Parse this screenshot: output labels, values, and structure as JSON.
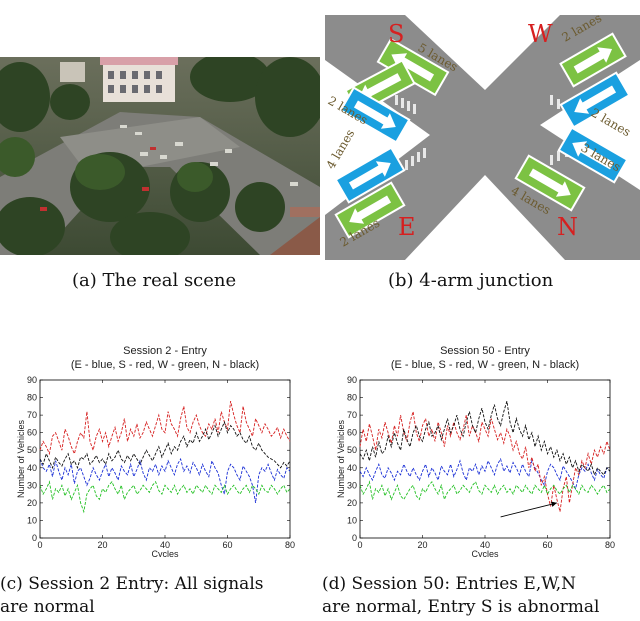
{
  "captions": {
    "a": "(a) The real scene",
    "b": "(b) 4-arm junction",
    "c_line1": "(c) Session 2 Entry: All signals",
    "c_line2": "are normal",
    "d_line1": "(d) Session 50: Entries E,W,N",
    "d_line2": "are normal, Entry S is abnormal"
  },
  "junction": {
    "directions": [
      "S",
      "W",
      "E",
      "N"
    ],
    "lane_labels": {
      "s_top": "5 lanes",
      "w_top": "2 lanes",
      "e_upper": "2 lanes",
      "e_left": "4 lanes",
      "w_right": "2 lanes",
      "n_right": "3 lanes",
      "n_lower": "4 lanes",
      "e_lower": "2 lanes"
    },
    "colors": {
      "green": "#7cc243",
      "blue": "#1aa0e0",
      "road": "#8a8a8a",
      "label": "#d62020"
    }
  },
  "chart_data": [
    {
      "type": "line",
      "title": "Session 2 - Entry",
      "subtitle": "(E - blue, S - red, W - green, N - black)",
      "xlabel": "Cycles",
      "ylabel": "Number of Vehicles",
      "xlim": [
        0,
        80
      ],
      "ylim": [
        0,
        90
      ],
      "xticks": [
        0,
        20,
        40,
        60,
        80
      ],
      "yticks": [
        0,
        10,
        20,
        30,
        40,
        50,
        60,
        70,
        80,
        90
      ],
      "series": [
        {
          "name": "E",
          "color": "#1a2fd6",
          "values": [
            45,
            40,
            38,
            42,
            35,
            44,
            38,
            33,
            40,
            36,
            42,
            31,
            38,
            40,
            35,
            30,
            34,
            40,
            36,
            33,
            38,
            42,
            35,
            40,
            37,
            33,
            41,
            38,
            36,
            42,
            35,
            39,
            44,
            37,
            33,
            40,
            38,
            42,
            36,
            41,
            38,
            44,
            40,
            36,
            42,
            45,
            38,
            41,
            37,
            43,
            40,
            36,
            42,
            38,
            35,
            44,
            40,
            37,
            30,
            25,
            38,
            42,
            40,
            36,
            33,
            41,
            38,
            35,
            30,
            20,
            36,
            40,
            38,
            42,
            37,
            33,
            39,
            36,
            34,
            40,
            38
          ]
        },
        {
          "name": "S",
          "color": "#d62020",
          "values": [
            50,
            55,
            52,
            48,
            58,
            60,
            55,
            50,
            62,
            58,
            52,
            48,
            55,
            60,
            57,
            72,
            55,
            50,
            58,
            62,
            55,
            60,
            52,
            58,
            63,
            55,
            60,
            68,
            55,
            62,
            58,
            65,
            57,
            60,
            66,
            62,
            58,
            64,
            70,
            62,
            60,
            72,
            65,
            62,
            58,
            68,
            75,
            63,
            60,
            66,
            70,
            64,
            60,
            58,
            65,
            62,
            68,
            60,
            72,
            66,
            62,
            78,
            70,
            64,
            60,
            75,
            66,
            62,
            58,
            68,
            64,
            60,
            65,
            62,
            58,
            60,
            63,
            57,
            62,
            58,
            55
          ]
        },
        {
          "name": "W",
          "color": "#22c022",
          "values": [
            30,
            25,
            28,
            32,
            22,
            28,
            26,
            30,
            24,
            28,
            22,
            26,
            30,
            20,
            15,
            25,
            28,
            30,
            24,
            22,
            28,
            26,
            30,
            32,
            28,
            25,
            30,
            22,
            26,
            28,
            30,
            25,
            27,
            30,
            28,
            26,
            30,
            32,
            27,
            25,
            30,
            28,
            26,
            30,
            25,
            28,
            30,
            26,
            28,
            25,
            30,
            28,
            26,
            30,
            27,
            25,
            30,
            28,
            26,
            30,
            25,
            28,
            30,
            27,
            25,
            28,
            30,
            26,
            30,
            28,
            25,
            30,
            27,
            26,
            30,
            28,
            25,
            28,
            30,
            26,
            28
          ]
        },
        {
          "name": "N",
          "color": "#111111",
          "values": [
            45,
            42,
            48,
            44,
            40,
            46,
            43,
            41,
            45,
            48,
            42,
            44,
            40,
            46,
            45,
            48,
            42,
            44,
            47,
            43,
            45,
            42,
            48,
            44,
            46,
            50,
            45,
            43,
            47,
            44,
            48,
            45,
            42,
            46,
            50,
            47,
            44,
            48,
            52,
            46,
            50,
            54,
            48,
            52,
            50,
            55,
            58,
            52,
            56,
            54,
            60,
            55,
            58,
            62,
            56,
            60,
            64,
            58,
            62,
            66,
            60,
            64,
            62,
            58,
            60,
            56,
            54,
            58,
            52,
            50,
            54,
            50,
            48,
            46,
            45,
            44,
            42,
            40,
            43,
            41,
            44
          ]
        }
      ]
    },
    {
      "type": "line",
      "title": "Session 50 - Entry",
      "subtitle": "(E - blue, S - red, W - green, N - black)",
      "xlabel": "Cycles",
      "ylabel": "Number of Vehicles",
      "xlim": [
        0,
        80
      ],
      "ylim": [
        0,
        90
      ],
      "xticks": [
        0,
        20,
        40,
        60,
        80
      ],
      "yticks": [
        0,
        10,
        20,
        30,
        40,
        50,
        60,
        70,
        80,
        90
      ],
      "series": [
        {
          "name": "E",
          "color": "#1a2fd6",
          "values": [
            38,
            35,
            40,
            36,
            33,
            38,
            42,
            36,
            34,
            40,
            37,
            33,
            38,
            36,
            42,
            38,
            35,
            40,
            36,
            33,
            38,
            42,
            35,
            40,
            37,
            33,
            41,
            38,
            36,
            42,
            35,
            39,
            44,
            37,
            33,
            40,
            38,
            42,
            36,
            41,
            38,
            44,
            40,
            36,
            42,
            45,
            38,
            41,
            37,
            43,
            40,
            36,
            42,
            38,
            35,
            44,
            40,
            37,
            33,
            30,
            38,
            42,
            40,
            36,
            33,
            41,
            38,
            35,
            32,
            28,
            36,
            40,
            38,
            42,
            37,
            33,
            39,
            36,
            34,
            40,
            38
          ]
        },
        {
          "name": "S",
          "color": "#d62020",
          "values": [
            52,
            62,
            55,
            65,
            58,
            50,
            62,
            57,
            66,
            60,
            54,
            64,
            58,
            70,
            60,
            55,
            66,
            72,
            60,
            55,
            64,
            68,
            58,
            62,
            55,
            66,
            60,
            52,
            64,
            58,
            66,
            60,
            56,
            62,
            70,
            58,
            64,
            60,
            55,
            66,
            62,
            58,
            68,
            62,
            56,
            60,
            54,
            62,
            58,
            50,
            55,
            48,
            45,
            52,
            40,
            46,
            38,
            42,
            30,
            35,
            25,
            18,
            30,
            22,
            15,
            28,
            35,
            20,
            30,
            40,
            36,
            44,
            40,
            48,
            42,
            50,
            46,
            52,
            48,
            55,
            50
          ]
        },
        {
          "name": "W",
          "color": "#22c022",
          "values": [
            30,
            25,
            28,
            32,
            22,
            28,
            26,
            30,
            24,
            28,
            22,
            26,
            30,
            24,
            22,
            25,
            28,
            30,
            24,
            22,
            28,
            26,
            30,
            32,
            28,
            25,
            30,
            22,
            26,
            28,
            30,
            25,
            27,
            30,
            28,
            26,
            30,
            32,
            27,
            25,
            30,
            28,
            26,
            30,
            25,
            28,
            30,
            26,
            28,
            25,
            30,
            28,
            26,
            30,
            27,
            25,
            30,
            28,
            26,
            30,
            25,
            28,
            30,
            27,
            25,
            28,
            30,
            26,
            30,
            28,
            25,
            30,
            27,
            26,
            30,
            28,
            25,
            28,
            30,
            26,
            28
          ]
        },
        {
          "name": "N",
          "color": "#111111",
          "values": [
            48,
            45,
            50,
            44,
            52,
            46,
            55,
            48,
            50,
            58,
            52,
            60,
            54,
            50,
            62,
            56,
            52,
            60,
            64,
            58,
            55,
            62,
            66,
            58,
            60,
            64,
            56,
            62,
            68,
            60,
            64,
            70,
            62,
            58,
            66,
            72,
            64,
            60,
            68,
            74,
            66,
            62,
            70,
            76,
            68,
            64,
            72,
            78,
            66,
            60,
            68,
            62,
            58,
            64,
            56,
            60,
            52,
            58,
            50,
            55,
            48,
            52,
            46,
            50,
            44,
            48,
            42,
            46,
            40,
            44,
            38,
            42,
            40,
            38,
            42,
            36,
            40,
            38,
            36,
            40,
            38
          ]
        }
      ],
      "annotation": {
        "type": "arrow",
        "from": [
          45,
          12
        ],
        "to": [
          63,
          20
        ]
      }
    }
  ]
}
